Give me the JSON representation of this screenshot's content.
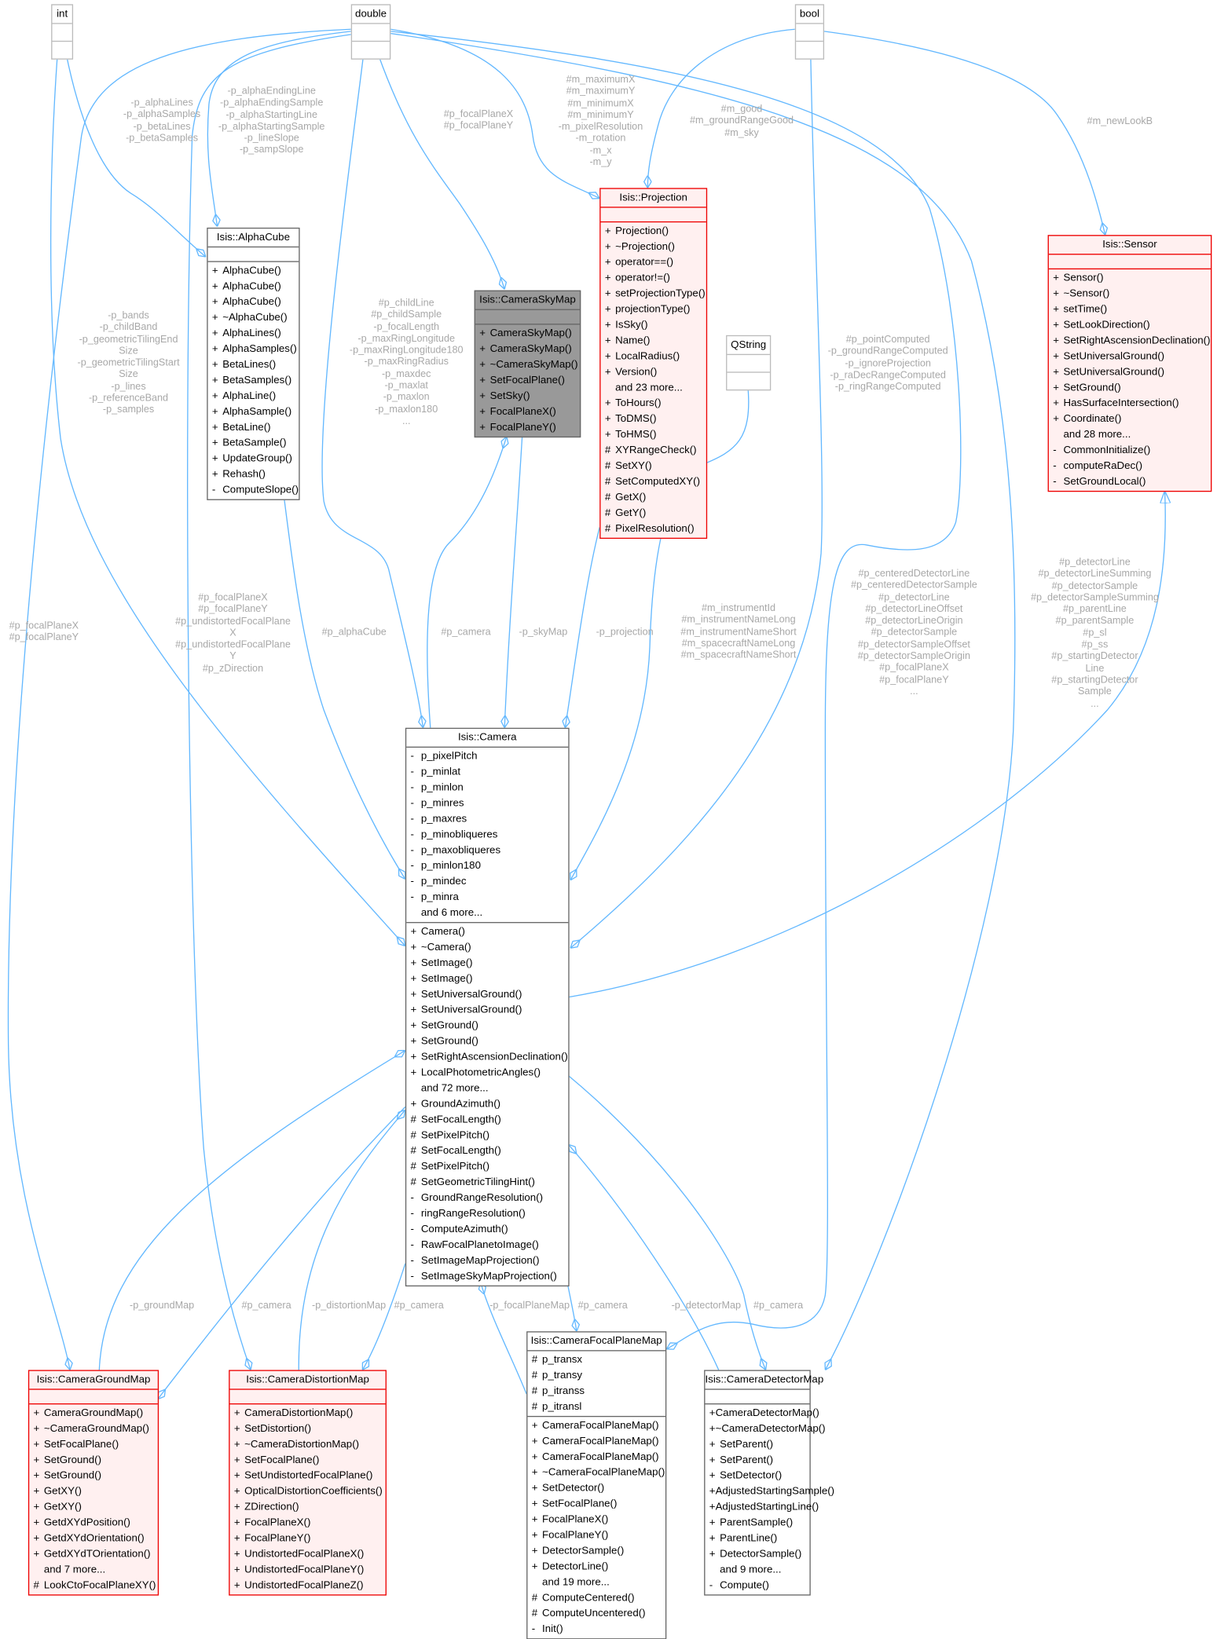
{
  "classes": {
    "int": {
      "title": "int",
      "attributes": [],
      "methods": []
    },
    "double": {
      "title": "double",
      "attributes": [],
      "methods": []
    },
    "bool": {
      "title": "bool",
      "attributes": [],
      "methods": []
    },
    "qstring": {
      "title": "QString",
      "attributes": [],
      "methods": []
    },
    "alphacube": {
      "title": "Isis::AlphaCube",
      "attributes": [],
      "methods": [
        {
          "vis": "+",
          "name": "AlphaCube()"
        },
        {
          "vis": "+",
          "name": "AlphaCube()"
        },
        {
          "vis": "+",
          "name": "AlphaCube()"
        },
        {
          "vis": "+",
          "name": "~AlphaCube()"
        },
        {
          "vis": "+",
          "name": "AlphaLines()"
        },
        {
          "vis": "+",
          "name": "AlphaSamples()"
        },
        {
          "vis": "+",
          "name": "BetaLines()"
        },
        {
          "vis": "+",
          "name": "BetaSamples()"
        },
        {
          "vis": "+",
          "name": "AlphaLine()"
        },
        {
          "vis": "+",
          "name": "AlphaSample()"
        },
        {
          "vis": "+",
          "name": "BetaLine()"
        },
        {
          "vis": "+",
          "name": "BetaSample()"
        },
        {
          "vis": "+",
          "name": "UpdateGroup()"
        },
        {
          "vis": "+",
          "name": "Rehash()"
        },
        {
          "vis": "-",
          "name": "ComputeSlope()"
        }
      ]
    },
    "skymap": {
      "title": "Isis::CameraSkyMap",
      "attributes": [],
      "methods": [
        {
          "vis": "+",
          "name": "CameraSkyMap()"
        },
        {
          "vis": "+",
          "name": "CameraSkyMap()"
        },
        {
          "vis": "+",
          "name": "~CameraSkyMap()"
        },
        {
          "vis": "+",
          "name": "SetFocalPlane()"
        },
        {
          "vis": "+",
          "name": "SetSky()"
        },
        {
          "vis": "+",
          "name": "FocalPlaneX()"
        },
        {
          "vis": "+",
          "name": "FocalPlaneY()"
        }
      ]
    },
    "projection": {
      "title": "Isis::Projection",
      "attributes": [],
      "methods": [
        {
          "vis": "+",
          "name": "Projection()"
        },
        {
          "vis": "+",
          "name": "~Projection()"
        },
        {
          "vis": "+",
          "name": "operator==()"
        },
        {
          "vis": "+",
          "name": "operator!=()"
        },
        {
          "vis": "+",
          "name": "setProjectionType()"
        },
        {
          "vis": "+",
          "name": "projectionType()"
        },
        {
          "vis": "+",
          "name": "IsSky()"
        },
        {
          "vis": "+",
          "name": "Name()"
        },
        {
          "vis": "+",
          "name": "LocalRadius()"
        },
        {
          "vis": "+",
          "name": "Version()"
        },
        {
          "vis": "",
          "name": "and 23 more..."
        },
        {
          "vis": "+",
          "name": "ToHours()"
        },
        {
          "vis": "+",
          "name": "ToDMS()"
        },
        {
          "vis": "+",
          "name": "ToHMS()"
        },
        {
          "vis": "#",
          "name": "XYRangeCheck()"
        },
        {
          "vis": "#",
          "name": "SetXY()"
        },
        {
          "vis": "#",
          "name": "SetComputedXY()"
        },
        {
          "vis": "#",
          "name": "GetX()"
        },
        {
          "vis": "#",
          "name": "GetY()"
        },
        {
          "vis": "#",
          "name": "PixelResolution()"
        }
      ]
    },
    "sensor": {
      "title": "Isis::Sensor",
      "attributes": [],
      "methods": [
        {
          "vis": "+",
          "name": "Sensor()"
        },
        {
          "vis": "+",
          "name": "~Sensor()"
        },
        {
          "vis": "+",
          "name": "setTime()"
        },
        {
          "vis": "+",
          "name": "SetLookDirection()"
        },
        {
          "vis": "+",
          "name": "SetRightAscensionDeclination()"
        },
        {
          "vis": "+",
          "name": "SetUniversalGround()"
        },
        {
          "vis": "+",
          "name": "SetUniversalGround()"
        },
        {
          "vis": "+",
          "name": "SetGround()"
        },
        {
          "vis": "+",
          "name": "HasSurfaceIntersection()"
        },
        {
          "vis": "+",
          "name": "Coordinate()"
        },
        {
          "vis": "",
          "name": "and 28 more..."
        },
        {
          "vis": "-",
          "name": "CommonInitialize()"
        },
        {
          "vis": "-",
          "name": "computeRaDec()"
        },
        {
          "vis": "-",
          "name": "SetGroundLocal()"
        }
      ]
    },
    "camera": {
      "title": "Isis::Camera",
      "attributes": [
        {
          "vis": "-",
          "name": "p_pixelPitch"
        },
        {
          "vis": "-",
          "name": "p_minlat"
        },
        {
          "vis": "-",
          "name": "p_minlon"
        },
        {
          "vis": "-",
          "name": "p_minres"
        },
        {
          "vis": "-",
          "name": "p_maxres"
        },
        {
          "vis": "-",
          "name": "p_minobliqueres"
        },
        {
          "vis": "-",
          "name": "p_maxobliqueres"
        },
        {
          "vis": "-",
          "name": "p_minlon180"
        },
        {
          "vis": "-",
          "name": "p_mindec"
        },
        {
          "vis": "-",
          "name": "p_minra"
        },
        {
          "vis": "",
          "name": "and 6 more..."
        }
      ],
      "methods": [
        {
          "vis": "+",
          "name": "Camera()"
        },
        {
          "vis": "+",
          "name": "~Camera()"
        },
        {
          "vis": "+",
          "name": "SetImage()"
        },
        {
          "vis": "+",
          "name": "SetImage()"
        },
        {
          "vis": "+",
          "name": "SetUniversalGround()"
        },
        {
          "vis": "+",
          "name": "SetUniversalGround()"
        },
        {
          "vis": "+",
          "name": "SetGround()"
        },
        {
          "vis": "+",
          "name": "SetGround()"
        },
        {
          "vis": "+",
          "name": "SetRightAscensionDeclination()"
        },
        {
          "vis": "+",
          "name": "LocalPhotometricAngles()"
        },
        {
          "vis": "",
          "name": "and 72 more..."
        },
        {
          "vis": "+",
          "name": "GroundAzimuth()"
        },
        {
          "vis": "#",
          "name": "SetFocalLength()"
        },
        {
          "vis": "#",
          "name": "SetPixelPitch()"
        },
        {
          "vis": "#",
          "name": "SetFocalLength()"
        },
        {
          "vis": "#",
          "name": "SetPixelPitch()"
        },
        {
          "vis": "#",
          "name": "SetGeometricTilingHint()"
        },
        {
          "vis": "-",
          "name": "GroundRangeResolution()"
        },
        {
          "vis": "-",
          "name": "ringRangeResolution()"
        },
        {
          "vis": "-",
          "name": "ComputeAzimuth()"
        },
        {
          "vis": "-",
          "name": "RawFocalPlanetoImage()"
        },
        {
          "vis": "-",
          "name": "SetImageMapProjection()"
        },
        {
          "vis": "-",
          "name": "SetImageSkyMapProjection()"
        }
      ]
    },
    "groundmap": {
      "title": "Isis::CameraGroundMap",
      "attributes": [],
      "methods": [
        {
          "vis": "+",
          "name": "CameraGroundMap()"
        },
        {
          "vis": "+",
          "name": "~CameraGroundMap()"
        },
        {
          "vis": "+",
          "name": "SetFocalPlane()"
        },
        {
          "vis": "+",
          "name": "SetGround()"
        },
        {
          "vis": "+",
          "name": "SetGround()"
        },
        {
          "vis": "+",
          "name": "GetXY()"
        },
        {
          "vis": "+",
          "name": "GetXY()"
        },
        {
          "vis": "+",
          "name": "GetdXYdPosition()"
        },
        {
          "vis": "+",
          "name": "GetdXYdOrientation()"
        },
        {
          "vis": "+",
          "name": "GetdXYdTOrientation()"
        },
        {
          "vis": "",
          "name": "and 7 more..."
        },
        {
          "vis": "#",
          "name": "LookCtoFocalPlaneXY()"
        }
      ]
    },
    "distortionmap": {
      "title": "Isis::CameraDistortionMap",
      "attributes": [],
      "methods": [
        {
          "vis": "+",
          "name": "CameraDistortionMap()"
        },
        {
          "vis": "+",
          "name": "SetDistortion()"
        },
        {
          "vis": "+",
          "name": "~CameraDistortionMap()"
        },
        {
          "vis": "+",
          "name": "SetFocalPlane()"
        },
        {
          "vis": "+",
          "name": "SetUndistortedFocalPlane()"
        },
        {
          "vis": "+",
          "name": "OpticalDistortionCoefficients()"
        },
        {
          "vis": "+",
          "name": "ZDirection()"
        },
        {
          "vis": "+",
          "name": "FocalPlaneX()"
        },
        {
          "vis": "+",
          "name": "FocalPlaneY()"
        },
        {
          "vis": "+",
          "name": "UndistortedFocalPlaneX()"
        },
        {
          "vis": "+",
          "name": "UndistortedFocalPlaneY()"
        },
        {
          "vis": "+",
          "name": "UndistortedFocalPlaneZ()"
        }
      ]
    },
    "focalplanemap": {
      "title": "Isis::CameraFocalPlaneMap",
      "attributes": [
        {
          "vis": "#",
          "name": "p_transx"
        },
        {
          "vis": "#",
          "name": "p_transy"
        },
        {
          "vis": "#",
          "name": "p_itranss"
        },
        {
          "vis": "#",
          "name": "p_itransl"
        }
      ],
      "methods": [
        {
          "vis": "+",
          "name": "CameraFocalPlaneMap()"
        },
        {
          "vis": "+",
          "name": "CameraFocalPlaneMap()"
        },
        {
          "vis": "+",
          "name": "CameraFocalPlaneMap()"
        },
        {
          "vis": "+",
          "name": "~CameraFocalPlaneMap()"
        },
        {
          "vis": "+",
          "name": "SetDetector()"
        },
        {
          "vis": "+",
          "name": "SetFocalPlane()"
        },
        {
          "vis": "+",
          "name": "FocalPlaneX()"
        },
        {
          "vis": "+",
          "name": "FocalPlaneY()"
        },
        {
          "vis": "+",
          "name": "DetectorSample()"
        },
        {
          "vis": "+",
          "name": "DetectorLine()"
        },
        {
          "vis": "",
          "name": "and 19 more..."
        },
        {
          "vis": "#",
          "name": "ComputeCentered()"
        },
        {
          "vis": "#",
          "name": "ComputeUncentered()"
        },
        {
          "vis": "-",
          "name": "Init()"
        }
      ]
    },
    "detectormap": {
      "title": "Isis::CameraDetectorMap",
      "attributes": [],
      "methods": [
        {
          "vis": "+",
          "name": "CameraDetectorMap()"
        },
        {
          "vis": "+",
          "name": "~CameraDetectorMap()"
        },
        {
          "vis": "+",
          "name": "SetParent()"
        },
        {
          "vis": "+",
          "name": "SetParent()"
        },
        {
          "vis": "+",
          "name": "SetDetector()"
        },
        {
          "vis": "+",
          "name": "AdjustedStartingSample()"
        },
        {
          "vis": "+",
          "name": "AdjustedStartingLine()"
        },
        {
          "vis": "+",
          "name": "ParentSample()"
        },
        {
          "vis": "+",
          "name": "ParentLine()"
        },
        {
          "vis": "+",
          "name": "DetectorSample()"
        },
        {
          "vis": "",
          "name": "and 9 more..."
        },
        {
          "vis": "-",
          "name": "Compute()"
        }
      ]
    }
  },
  "edge_labels": {
    "int_alphacube": "-p_alphaLines\n-p_alphaSamples\n-p_betaLines\n-p_betaSamples",
    "double_alphacube": "-p_alphaEndingLine\n-p_alphaEndingSample\n-p_alphaStartingLine\n-p_alphaStartingSample\n-p_lineSlope\n-p_sampSlope",
    "double_skymap": "#p_focalPlaneX\n#p_focalPlaneY",
    "double_projection": "#m_maximumX\n#m_maximumY\n#m_minimumX\n#m_minimumY\n-m_pixelResolution\n-m_rotation\n-m_x\n-m_y",
    "bool_projection": "#m_good\n#m_groundRangeGood\n#m_sky",
    "bool_sensor": "#m_newLookB",
    "int_camera": "-p_bands\n-p_childBand\n-p_geometricTilingEnd\nSize\n-p_geometricTilingStart\nSize\n-p_lines\n-p_referenceBand\n-p_samples",
    "double_camera": "#p_childLine\n#p_childSample\n-p_focalLength\n-p_maxRingLongitude\n-p_maxRingLongitude180\n-p_maxRingRadius\n-p_maxdec\n-p_maxlat\n-p_maxlon\n-p_maxlon180\n...",
    "bool_camera": "#p_pointComputed\n-p_groundRangeComputed\n-p_ignoreProjection\n-p_raDecRangeComputed\n-p_ringRangeComputed",
    "double_groundmap": "#p_focalPlaneX\n#p_focalPlaneY",
    "double_distortionmap": "#p_focalPlaneX\n#p_focalPlaneY\n#p_undistortedFocalPlane\nX\n#p_undistortedFocalPlane\nY\n#p_zDirection",
    "alphacube_camera": "#p_alphaCube",
    "camera_skymap": "#p_camera",
    "skymap_camera": "-p_skyMap",
    "projection_camera": "-p_projection",
    "qstring_camera": "#m_instrumentId\n#m_instrumentNameLong\n#m_instrumentNameShort\n#m_spacecraftNameLong\n#m_spacecraftNameShort",
    "double_focalplanemap": "#p_centeredDetectorLine\n#p_centeredDetectorSample\n#p_detectorLine\n#p_detectorLineOffset\n#p_detectorLineOrigin\n#p_detectorSample\n#p_detectorSampleOffset\n#p_detectorSampleOrigin\n#p_focalPlaneX\n#p_focalPlaneY\n...",
    "double_detectormap": "#p_detectorLine\n#p_detectorLineSumming\n#p_detectorSample\n#p_detectorSampleSumming\n#p_parentLine\n#p_parentSample\n#p_sl\n#p_ss\n#p_startingDetector\nLine\n#p_startingDetector\nSample\n...",
    "groundmap_camera": "-p_groundMap",
    "camera_groundmap": "#p_camera",
    "distortionmap_camera": "-p_distortionMap",
    "camera_distortionmap": "#p_camera",
    "focalplanemap_camera": "-p_focalPlaneMap",
    "camera_focalplanemap": "#p_camera",
    "detectormap_camera": "-p_detectorMap",
    "camera_detectormap": "#p_camera"
  },
  "colors": {
    "edge": "#63b8ff",
    "label": "#a8a8a8",
    "highlight": "#999999",
    "undocumented_border": "#e00000"
  }
}
